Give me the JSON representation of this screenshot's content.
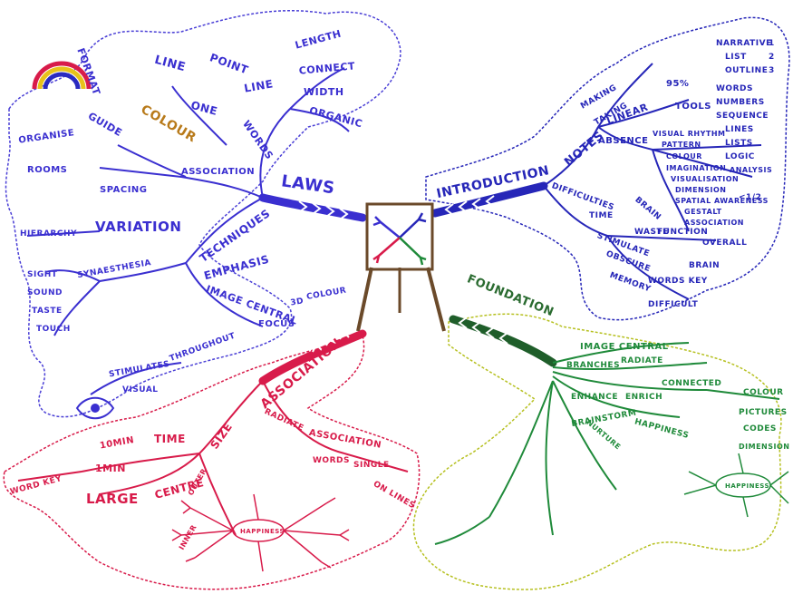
{
  "colors": {
    "laws": "#3a2fd0",
    "intro": "#2626b8",
    "association": "#d81b4a",
    "foundation": "#1f8a3a",
    "foundation_light": "#c7cc2a",
    "easel": "#6b4a2a",
    "paper": "#ffffff"
  },
  "center": {
    "icon": "easel-mindmap-icon"
  },
  "laws": {
    "title": "LAWS",
    "format": "FORMAT",
    "line": "LINE",
    "point": "POINT",
    "one": "ONE",
    "words": "WORDS",
    "length": "LENGTH",
    "connect": "CONNECT",
    "width": "WIDTH",
    "organic": "ORGANIC",
    "guide": "GUIDE",
    "colour": "COLOUR",
    "organise": "ORGANISE",
    "rooms": "ROOMS",
    "association": "ASSOCIATION",
    "spacing": "SPACING",
    "hierarchy": "HIERARCHY",
    "variation": "VARIATION",
    "techniques": "TECHNIQUES",
    "synaesthesia": "SYNAESTHESIA",
    "sight": "SIGHT",
    "sound": "SOUND",
    "taste": "TASTE",
    "touch": "TOUCH",
    "emphasis": "EMPHASIS",
    "image_central": "IMAGE CENTRAL",
    "three_d": "3D",
    "colour2": "COLOUR",
    "focus": "FOCUS",
    "throughout": "THROUGHOUT",
    "stimulates": "STIMULATES",
    "visual": "VISUAL"
  },
  "introduction": {
    "title": "INTRODUCTION",
    "notes": "NOTES",
    "making": "MAKING",
    "taking": "TAKING",
    "linear": "LINEAR",
    "tools": "TOOLS",
    "absence": "ABSENCE",
    "narrative": "NARRATIVE",
    "list": "LIST",
    "outline": "OUTLINE",
    "words": "WORDS",
    "numbers": "NUMBERS",
    "sequence": "SEQUENCE",
    "lines": "LINES",
    "lists": "LISTS",
    "logic": "LOGIC",
    "analysis": "ANALYSIS",
    "visual_rhythm": "VISUAL RHYTHM",
    "pattern": "PATTERN",
    "colour": "COLOUR",
    "imagination": "IMAGINATION",
    "visualisation": "VISUALISATION",
    "dimension": "DIMENSION",
    "spatial_awareness": "SPATIAL AWARENESS",
    "gestalt": "GESTALT",
    "association": "ASSOCIATION",
    "brain": "BRAIN",
    "function": "FUNCTION",
    "overall": "OVERALL",
    "difficulties": "DIFFICULTIES",
    "time": "TIME",
    "waste": "WASTE",
    "stimulate": "STIMULATE",
    "brain2": "BRAIN",
    "obscure": "OBSCURE",
    "words_key": "WORDS KEY",
    "memory": "MEMORY",
    "difficult": "DIFFICULT",
    "pct": "95%",
    "n1": "1",
    "n2": "2",
    "n3": "3",
    "frac": "<1/2"
  },
  "association_branch": {
    "title": "ASSOCIATION",
    "size": "SIZE",
    "radiate": "RADIATE",
    "association": "ASSOCIATION",
    "words": "WORDS",
    "single": "SINGLE",
    "on_lines": "ON LINES",
    "min10": "10MIN",
    "time": "TIME",
    "word_key": "WORD KEY",
    "min1": "1MIN",
    "large": "LARGE",
    "centre": "CENTRE",
    "outer": "OUTER",
    "inner": "INNER",
    "happiness": "HAPPINESS"
  },
  "foundation": {
    "title": "FOUNDATION",
    "image_central": "IMAGE CENTRAL",
    "branches": "BRANCHES",
    "radiate": "RADIATE",
    "connected": "CONNECTED",
    "enhance": "ENHANCE",
    "enrich": "ENRICH",
    "colour": "COLOUR",
    "pictures": "PICTURES",
    "codes": "CODES",
    "dimension": "DIMENSION",
    "brainstorm": "BRAINSTORM",
    "happiness": "HAPPINESS",
    "happiness2": "HAPPINESS",
    "nurture": "NURTURE"
  }
}
